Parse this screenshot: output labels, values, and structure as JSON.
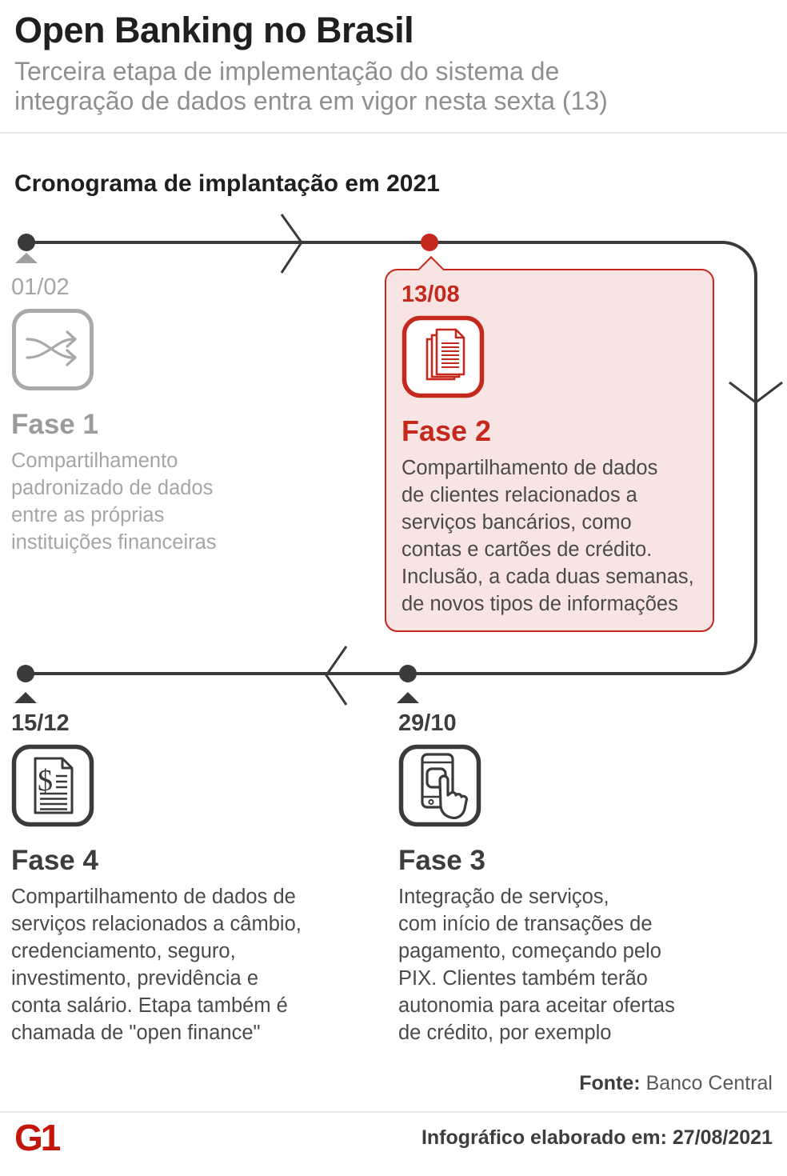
{
  "header": {
    "title": "Open Banking no Brasil",
    "subtitle": "Terceira etapa de implementação do sistema de\nintegração de dados entra em vigor nesta sexta (13)"
  },
  "section": {
    "heading": "Cronograma de implantação em 2021"
  },
  "timeline": {
    "phases": [
      {
        "id": "fase-1",
        "date": "01/02",
        "title": "Fase 1",
        "description": "Compartilhamento\npadronizado de dados\nentre as próprias\ninstituições financeiras",
        "icon": "shuffle-arrows-icon",
        "state": "past"
      },
      {
        "id": "fase-2",
        "date": "13/08",
        "title": "Fase 2",
        "description": "Compartilhamento de dados\nde clientes relacionados a\nserviços bancários, como\ncontas e cartões de crédito.\nInclusão, a cada duas semanas,\nde novos tipos de informações",
        "icon": "stacked-documents-icon",
        "state": "current",
        "highlighted": true
      },
      {
        "id": "fase-3",
        "date": "29/10",
        "title": "Fase 3",
        "description": "Integração de serviços,\ncom início de transações de\npagamento, começando pelo\nPIX. Clientes também terão\nautonomia para aceitar ofertas\nde crédito, por exemplo",
        "icon": "phone-touch-icon",
        "state": "upcoming"
      },
      {
        "id": "fase-4",
        "date": "15/12",
        "title": "Fase 4",
        "description": "Compartilhamento de dados de\nserviços relacionados a câmbio,\ncredenciamento, seguro,\ninvestimento, previdência e\nconta salário. Etapa também é\nchamada de \"open finance\"",
        "icon": "money-document-icon",
        "state": "upcoming"
      }
    ]
  },
  "footer": {
    "source_label": "Fonte:",
    "source_value": "Banco Central",
    "credit": "Infográfico elaborado em: 27/08/2021",
    "logo": "G1"
  },
  "colors": {
    "accent_red": "#c5281c",
    "highlight_fill": "#f8e5e3",
    "timeline_dark": "#3a3a3a",
    "muted_gray": "#a5a5a5",
    "brand_red": "#c4170c"
  }
}
